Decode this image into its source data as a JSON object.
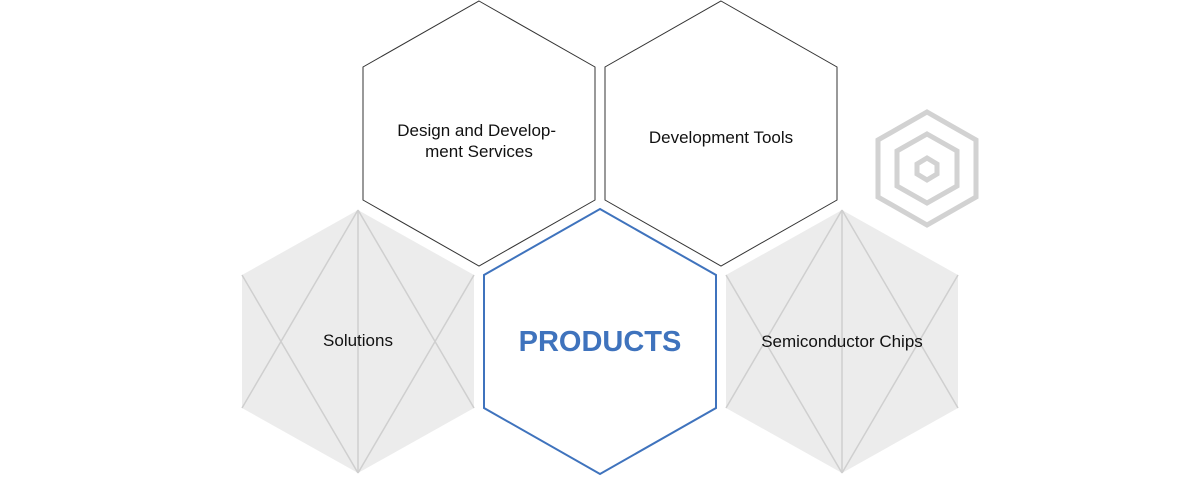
{
  "nav": {
    "center": {
      "label": "PRODUCTS",
      "color": "#3f73bd"
    },
    "items": [
      {
        "id": "design-development-services",
        "label_lines": [
          "Design and Develop-",
          "ment Services"
        ],
        "style": "outline"
      },
      {
        "id": "development-tools",
        "label_lines": [
          "Development Tools"
        ],
        "style": "outline"
      },
      {
        "id": "solutions",
        "label_lines": [
          "Solutions"
        ],
        "style": "placeholder"
      },
      {
        "id": "semiconductor-chips",
        "label_lines": [
          "Semiconductor Chips"
        ],
        "style": "placeholder"
      }
    ]
  },
  "decor": {
    "icon": "nested-hexagon-icon"
  },
  "colors": {
    "outline_stroke": "#333333",
    "placeholder_fill": "#ececec",
    "placeholder_stroke": "#cfcfcf",
    "decor_stroke": "#d2d2d2",
    "center_stroke": "#3f73bd"
  }
}
